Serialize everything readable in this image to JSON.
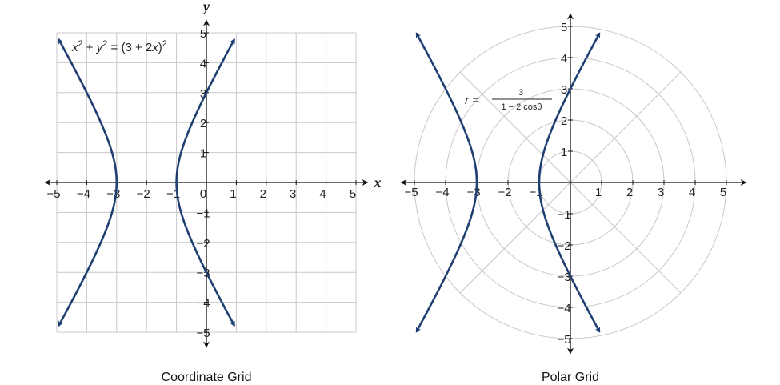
{
  "chart_data": [
    {
      "type": "line",
      "grid": "cartesian",
      "caption": "Coordinate Grid",
      "equation": {
        "lhs_x": "x",
        "lhs_y": "y",
        "rhs": "= (3 + 2",
        "rhs_var": "x",
        "close": ")",
        "exp": "2"
      },
      "xlabel": "x",
      "ylabel": "y",
      "xlim": [
        -5,
        5
      ],
      "ylim": [
        -5,
        5
      ],
      "x_ticks": [
        "−5",
        "−4",
        "−3",
        "−2",
        "−1",
        "0",
        "1",
        "2",
        "3",
        "4",
        "5"
      ],
      "y_ticks": [
        "−5",
        "−4",
        "−3",
        "−2",
        "−1",
        "1",
        "2",
        "3",
        "4",
        "5"
      ],
      "series": [
        {
          "values": [
            [
              -1,
              0
            ],
            [
              -0.6,
              1.2
            ],
            [
              0,
              3
            ],
            [
              1,
              4.8
            ]
          ]
        },
        {
          "values": [
            [
              -1,
              0
            ],
            [
              -0.6,
              -1.2
            ],
            [
              0,
              -3
            ],
            [
              1,
              -4.8
            ]
          ]
        },
        {
          "values": [
            [
              -3,
              0
            ],
            [
              -3.6,
              2.2
            ],
            [
              -5,
              4.8
            ]
          ]
        },
        {
          "values": [
            [
              -3,
              0
            ],
            [
              -3.6,
              -2.2
            ],
            [
              -5,
              -4.8
            ]
          ]
        }
      ]
    },
    {
      "type": "line",
      "grid": "polar",
      "caption": "Polar Grid",
      "equation": {
        "lhs": "r =",
        "numerator": "3",
        "denominator": "1 − 2 cosθ"
      },
      "rlim": [
        0,
        5
      ],
      "x_ticks": [
        "−5",
        "−4",
        "−3",
        "−2",
        "−1",
        "1",
        "2",
        "3",
        "4",
        "5"
      ],
      "y_ticks": [
        "−5",
        "−4",
        "−3",
        "−2",
        "−1",
        "1",
        "2",
        "3",
        "4",
        "5"
      ],
      "series": [
        {
          "values": [
            [
              -1,
              0
            ],
            [
              -0.6,
              1.2
            ],
            [
              0,
              3
            ],
            [
              1,
              4.8
            ]
          ]
        },
        {
          "values": [
            [
              -1,
              0
            ],
            [
              -0.6,
              -1.2
            ],
            [
              0,
              -3
            ],
            [
              1,
              -4.8
            ]
          ]
        },
        {
          "values": [
            [
              -3,
              0
            ],
            [
              -3.6,
              2.2
            ],
            [
              -5,
              4.8
            ]
          ]
        },
        {
          "values": [
            [
              -3,
              0
            ],
            [
              -3.6,
              -2.2
            ],
            [
              -5,
              -4.8
            ]
          ]
        }
      ]
    }
  ],
  "colors": {
    "curve": "#1f3f73",
    "grid": "#c8c8c8",
    "axis": "#111111"
  }
}
